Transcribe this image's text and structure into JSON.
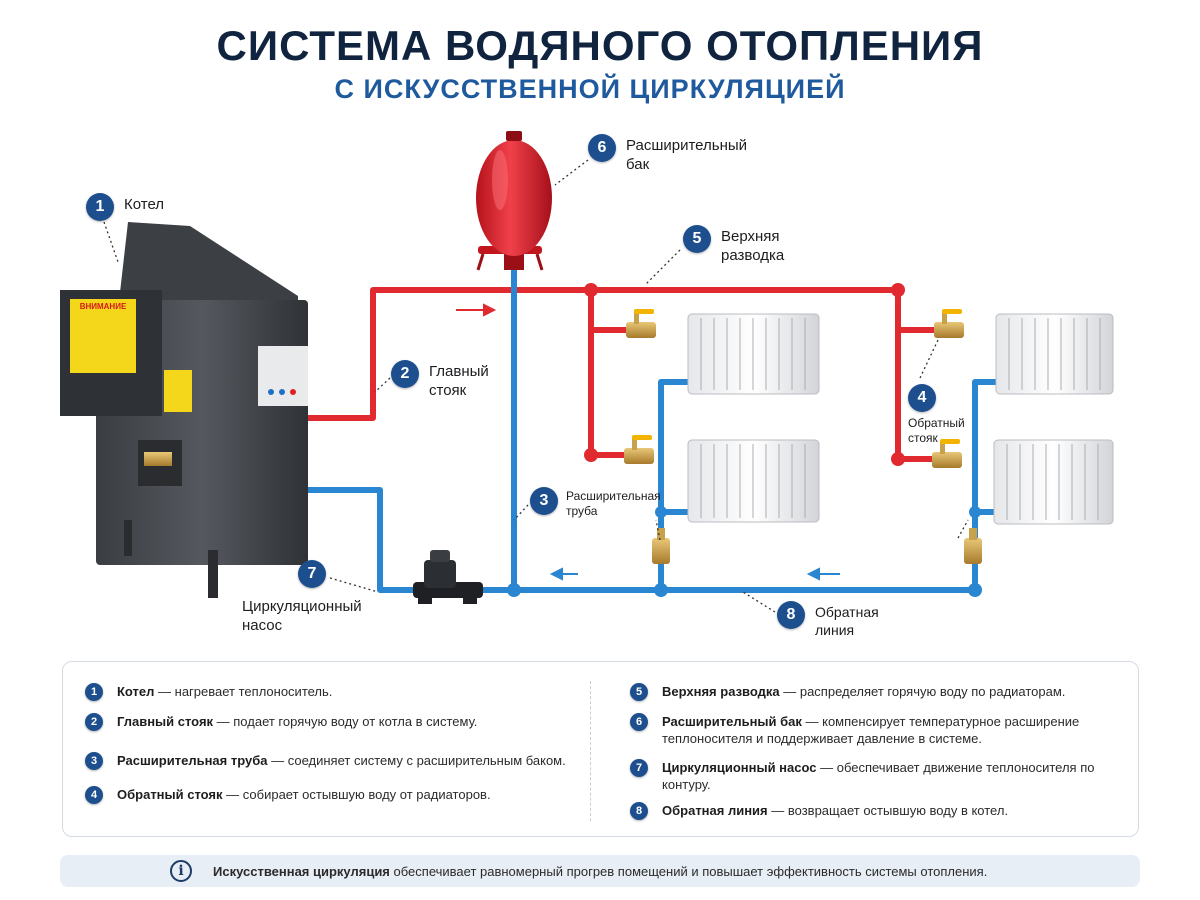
{
  "header": {
    "title": "СИСТЕМА ВОДЯНОГО ОТОПЛЕНИЯ",
    "subtitle": "С ИСКУССТВЕННОЙ ЦИРКУЛЯЦИЕЙ"
  },
  "callouts": [
    {
      "num": "1",
      "label": "Котел"
    },
    {
      "num": "2",
      "label": "Главный стояк"
    },
    {
      "num": "3",
      "label": "Расширительная труба"
    },
    {
      "num": "4",
      "label": "Обратный стояк"
    },
    {
      "num": "5",
      "label": "Верхняя разводка"
    },
    {
      "num": "6",
      "label": "Расширительный бак"
    },
    {
      "num": "7",
      "label": "Циркуляционный насос"
    },
    {
      "num": "8",
      "label": "Обратная линия"
    }
  ],
  "boiler_plate": {
    "warning": "ВНИМАНИЕ"
  },
  "legend": [
    {
      "num": "1",
      "term": "Котел",
      "desc": " — нагревает теплоноситель."
    },
    {
      "num": "2",
      "term": "Главный стояк",
      "desc": " — подает горячую воду от котла в систему."
    },
    {
      "num": "3",
      "term": "Расширительная труба",
      "desc": " — соединяет систему с расширительным баком."
    },
    {
      "num": "4",
      "term": "Обратный стояк",
      "desc": " — собирает остывшую воду от радиаторов."
    },
    {
      "num": "5",
      "term": "Верхняя разводка",
      "desc": " — распределяет горячую воду по радиаторам."
    },
    {
      "num": "6",
      "term": "Расширительный бак",
      "desc": " — компенсирует температурное расширение теплоносителя и поддерживает давление в системе."
    },
    {
      "num": "7",
      "term": "Циркуляционный насос",
      "desc": " — обеспечивает движение теплоносителя по контуру."
    },
    {
      "num": "8",
      "term": "Обратная линия",
      "desc": " — возвращает остывшую воду в котел."
    }
  ],
  "info": {
    "icon": "info-icon",
    "term": "Искусственная циркуляция",
    "text": " обеспечивает равномерный прогрев помещений и повышает эффективность системы отопления."
  },
  "colors": {
    "hot_pipe": "#e12a2f",
    "cold_pipe": "#2b86d2",
    "badge": "#1d4f8f",
    "title": "#10233f",
    "subtitle": "#1f5a9e"
  }
}
